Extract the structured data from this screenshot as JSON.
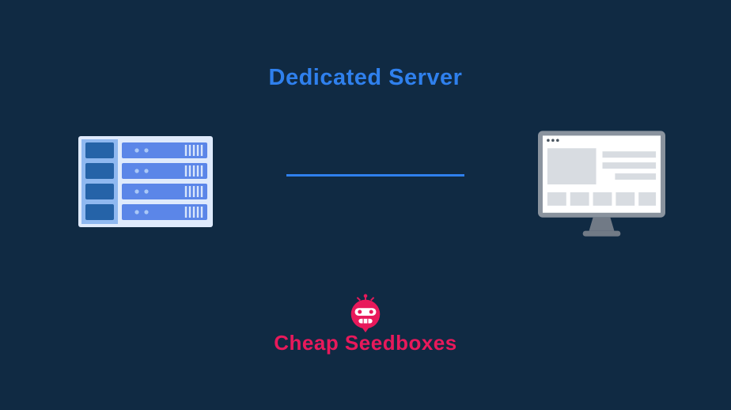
{
  "page": {
    "title": "Dedicated Server"
  },
  "brand": {
    "name": "Cheap Seedboxes"
  },
  "colors": {
    "bg": "#102a43",
    "accent_blue": "#2f80ed",
    "brand_pink": "#e8195b",
    "server_frame": "#dfeafc",
    "server_panel": "#8fb8f0",
    "server_block": "#2563a8",
    "server_bar": "#5b86e8",
    "monitor_frame": "#8a939e",
    "monitor_screen": "#ffffff",
    "monitor_content": "#d8dce1",
    "monitor_stand": "#717a86"
  },
  "icons": {
    "server": "server-rack-illustration",
    "monitor": "desktop-monitor-illustration",
    "mascot": "robot-mascot-icon"
  }
}
